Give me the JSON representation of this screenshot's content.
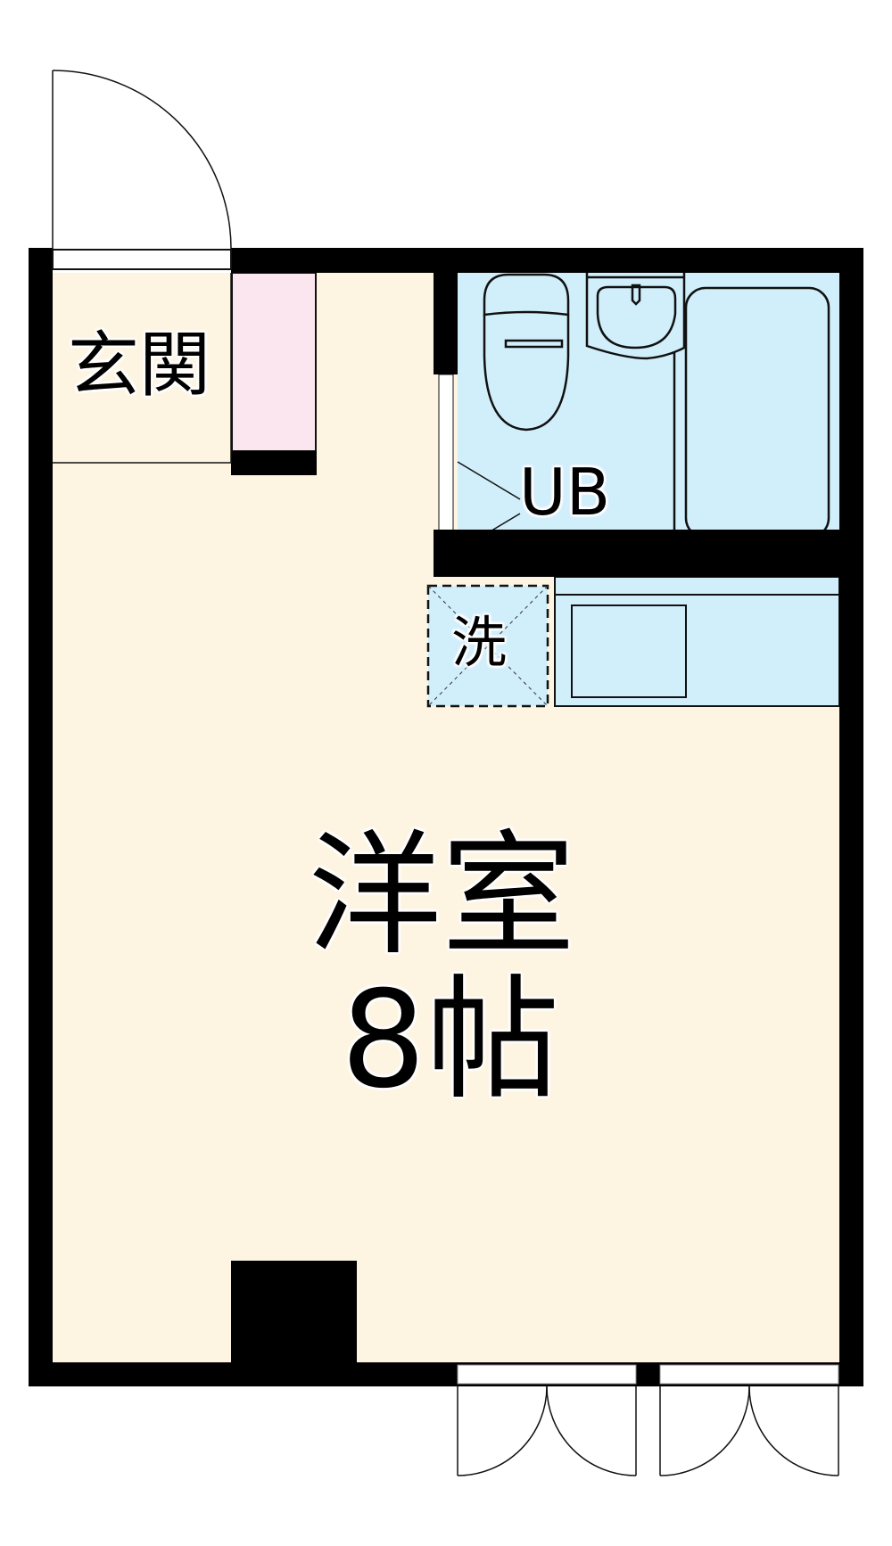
{
  "plan": {
    "rooms": {
      "genkan": {
        "label": "玄関"
      },
      "unit_bath": {
        "label": "UB"
      },
      "washer": {
        "label": "洗"
      },
      "western_room": {
        "label": "洋室",
        "size": "8帖"
      }
    },
    "colors": {
      "floor": "#FDF5E2",
      "wet_area": "#D1EEFB",
      "shoe_cabinet": "#FBE6EF",
      "wall": "#000000"
    }
  }
}
